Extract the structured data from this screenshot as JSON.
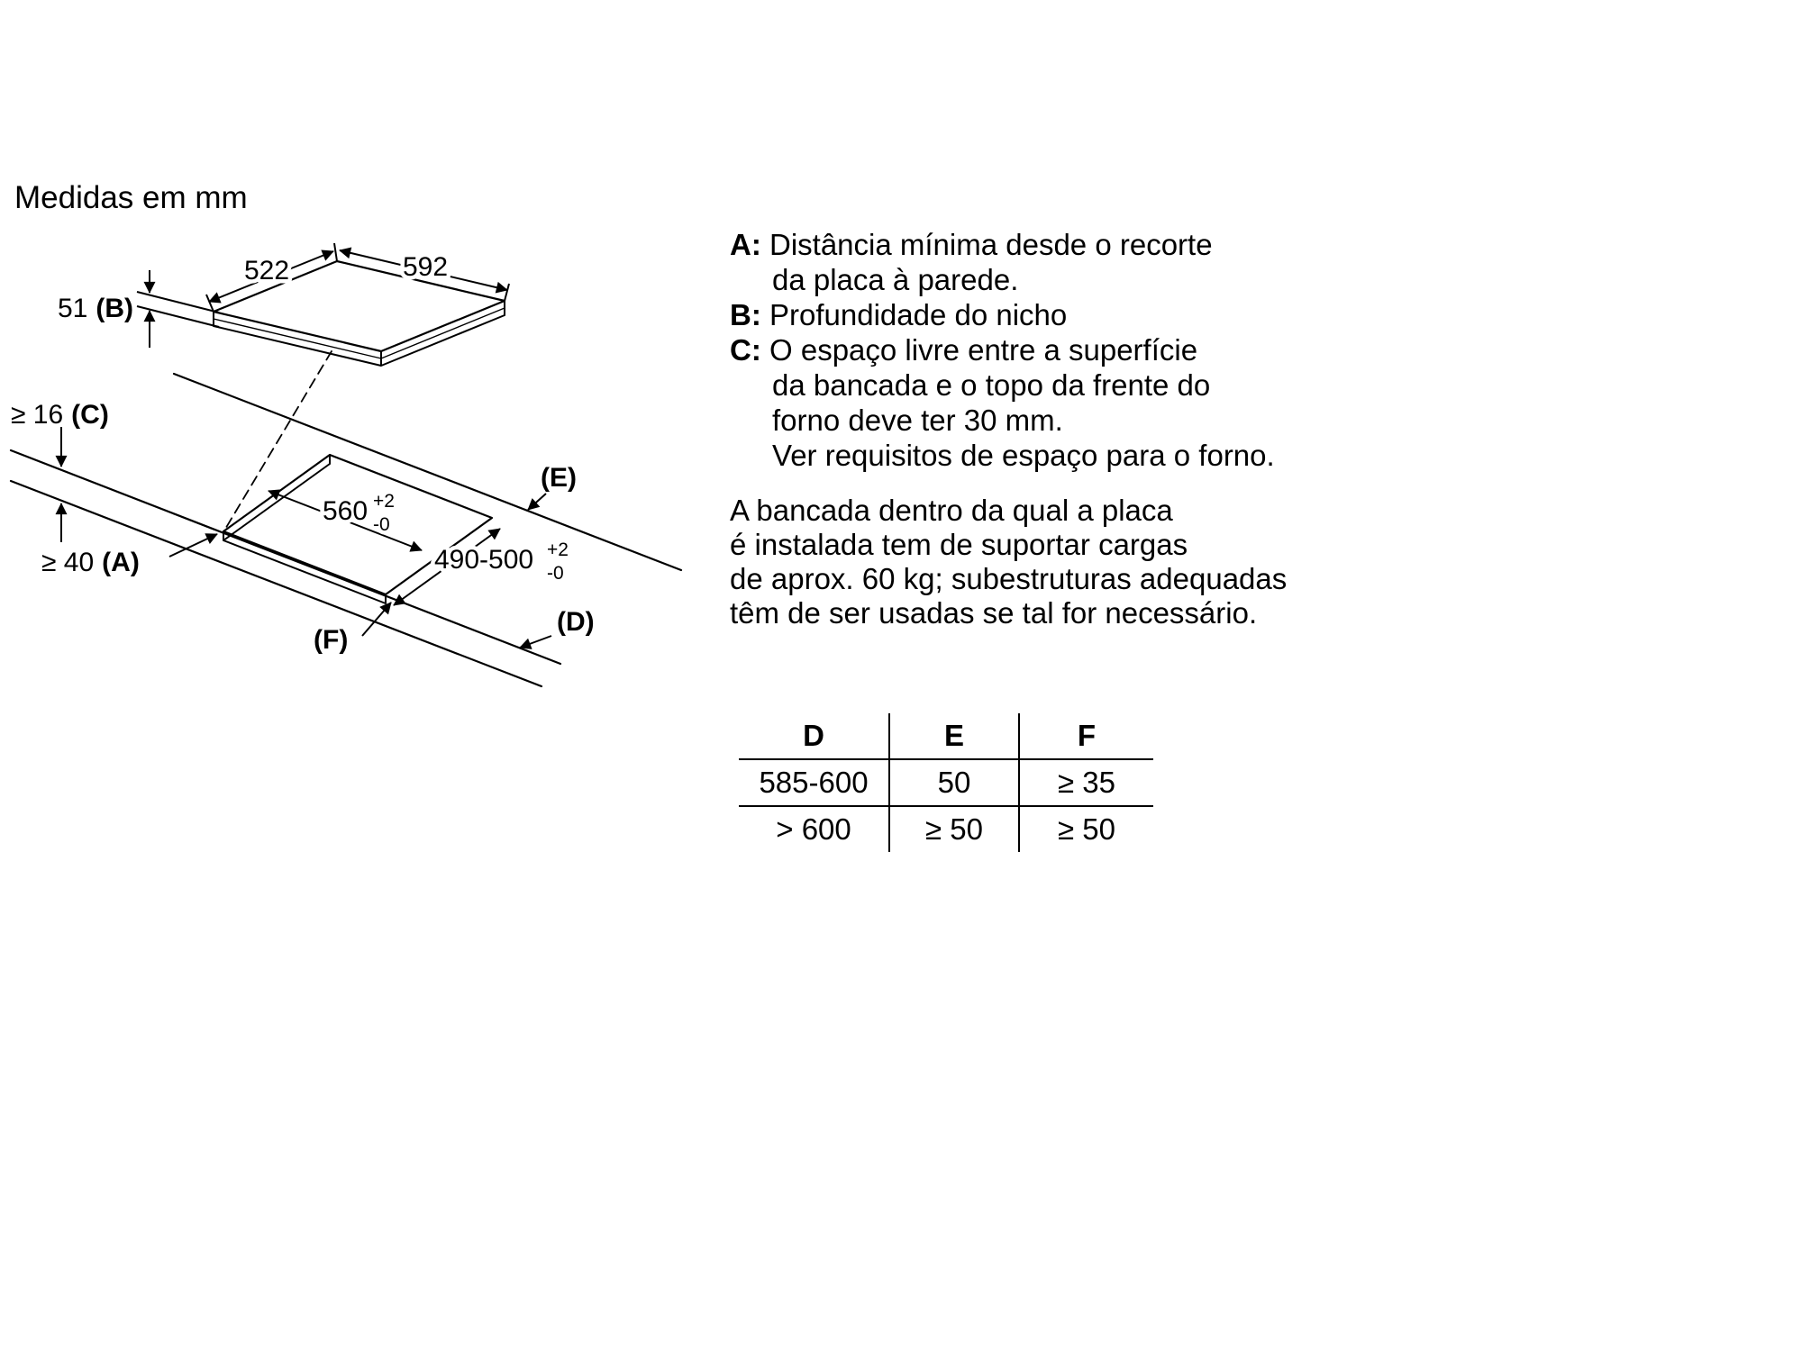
{
  "title": "Medidas em mm",
  "diagram": {
    "depth_top": "522",
    "width_top": "592",
    "hob_height": "51",
    "hob_height_key": "(B)",
    "counter_thickness": "≥ 16",
    "counter_thickness_key": "(C)",
    "wall_distance": "≥ 40",
    "wall_distance_key": "(A)",
    "cutout_width": {
      "value": "560",
      "tol_plus": "+2",
      "tol_minus": "-0"
    },
    "cutout_depth": {
      "value": "490-500",
      "tol_plus": "+2",
      "tol_minus": "-0"
    },
    "label_e": "(E)",
    "label_d": "(D)",
    "label_f": "(F)"
  },
  "legend": {
    "items": [
      {
        "key": "A:",
        "lines": [
          "Distância mínima desde o recorte",
          "da placa à parede."
        ]
      },
      {
        "key": "B:",
        "lines": [
          "Profundidade do nicho"
        ]
      },
      {
        "key": "C:",
        "lines": [
          "O espaço livre entre a superfície",
          "da bancada e o topo da frente do",
          "forno deve ter 30 mm.",
          "Ver requisitos de espaço para o forno."
        ]
      }
    ]
  },
  "note": {
    "lines": [
      "A bancada dentro da qual a placa",
      "é instalada tem de suportar cargas",
      "de aprox. 60 kg; subestruturas adequadas",
      "têm de ser usadas se tal for necessário."
    ]
  },
  "table": {
    "headers": [
      "D",
      "E",
      "F"
    ],
    "rows": [
      [
        "585-600",
        "50",
        "≥ 35"
      ],
      [
        "> 600",
        "≥ 50",
        "≥ 50"
      ]
    ]
  }
}
